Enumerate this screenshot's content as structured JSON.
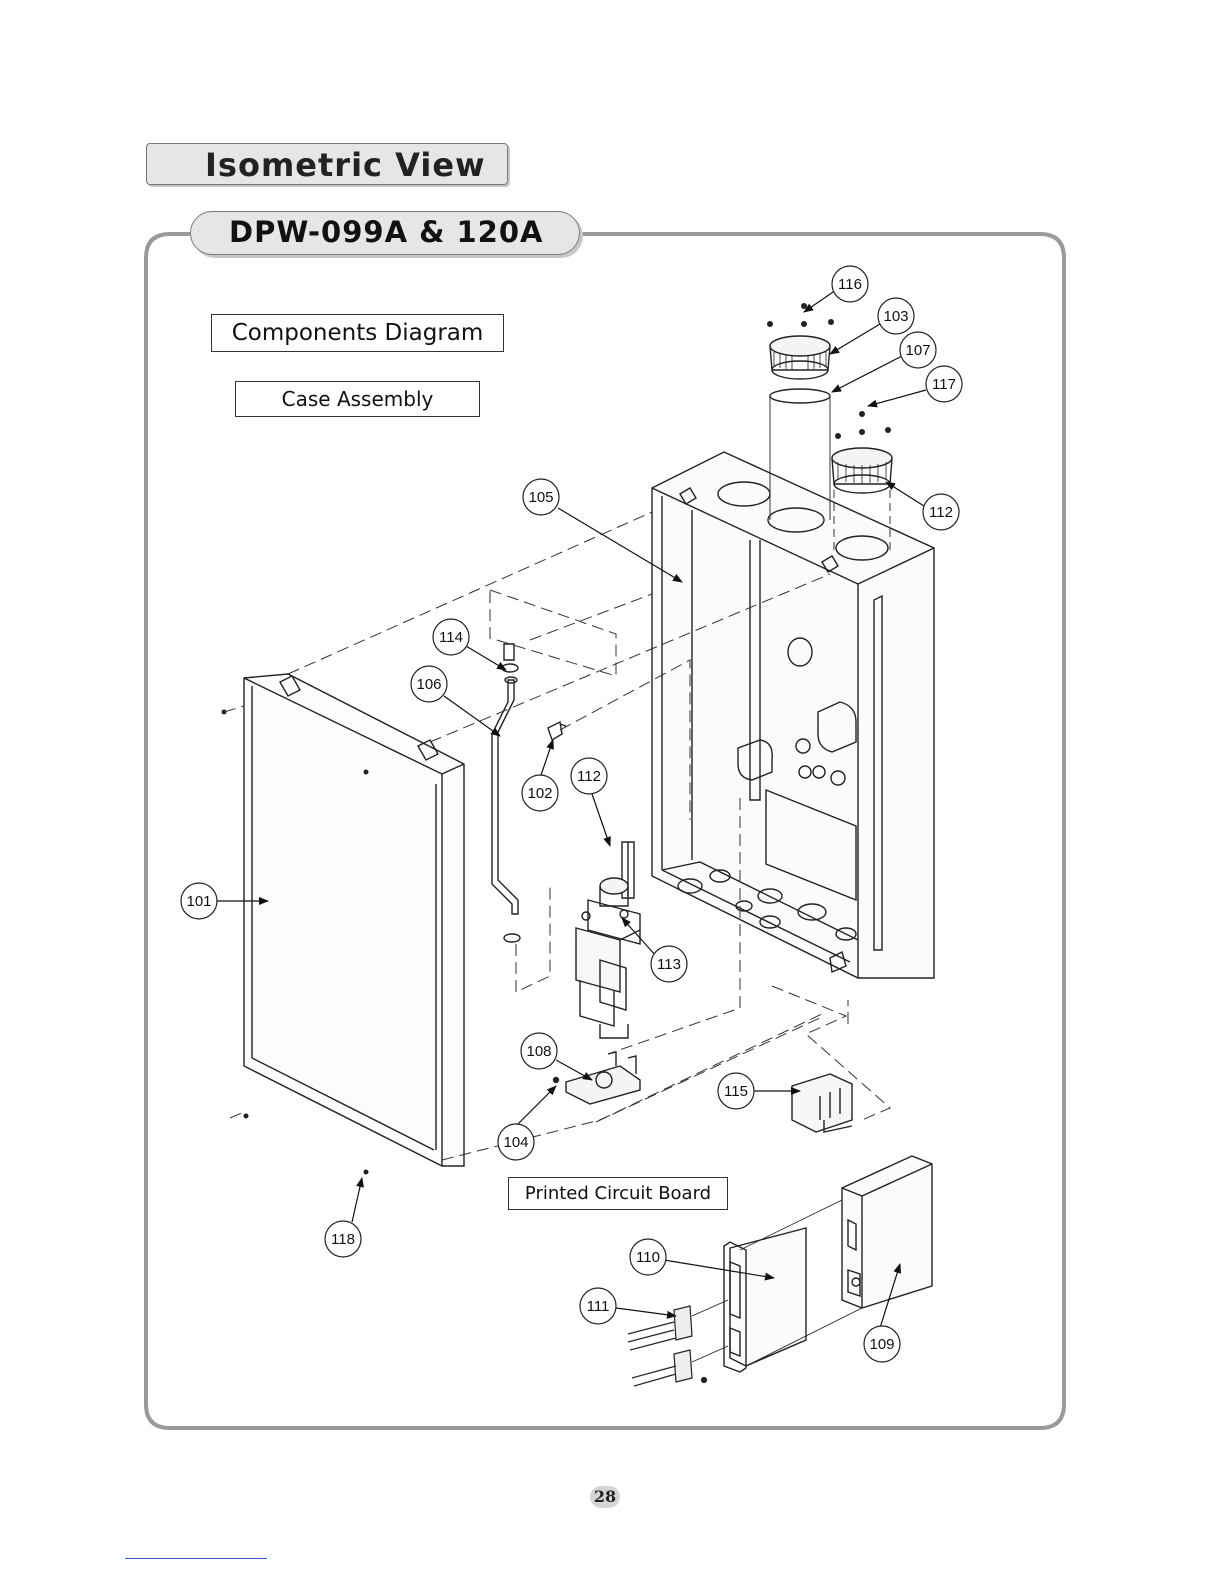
{
  "page": {
    "section_title": "Isometric View",
    "model_title": "DPW-099A & 120A",
    "diagram_label": "Components Diagram",
    "group_case": "Case Assembly",
    "group_pcb": "Printed Circuit Board",
    "page_number": "28"
  },
  "callouts": [
    {
      "id": "101",
      "label": "101"
    },
    {
      "id": "102",
      "label": "102"
    },
    {
      "id": "103",
      "label": "103"
    },
    {
      "id": "104",
      "label": "104"
    },
    {
      "id": "105",
      "label": "105"
    },
    {
      "id": "106",
      "label": "106"
    },
    {
      "id": "107",
      "label": "107"
    },
    {
      "id": "108",
      "label": "108"
    },
    {
      "id": "109",
      "label": "109"
    },
    {
      "id": "110",
      "label": "110"
    },
    {
      "id": "111",
      "label": "111"
    },
    {
      "id": "112a",
      "label": "112"
    },
    {
      "id": "112b",
      "label": "112"
    },
    {
      "id": "113",
      "label": "113"
    },
    {
      "id": "114",
      "label": "114"
    },
    {
      "id": "115",
      "label": "115"
    },
    {
      "id": "116",
      "label": "116"
    },
    {
      "id": "117",
      "label": "117"
    },
    {
      "id": "118",
      "label": "118"
    }
  ]
}
